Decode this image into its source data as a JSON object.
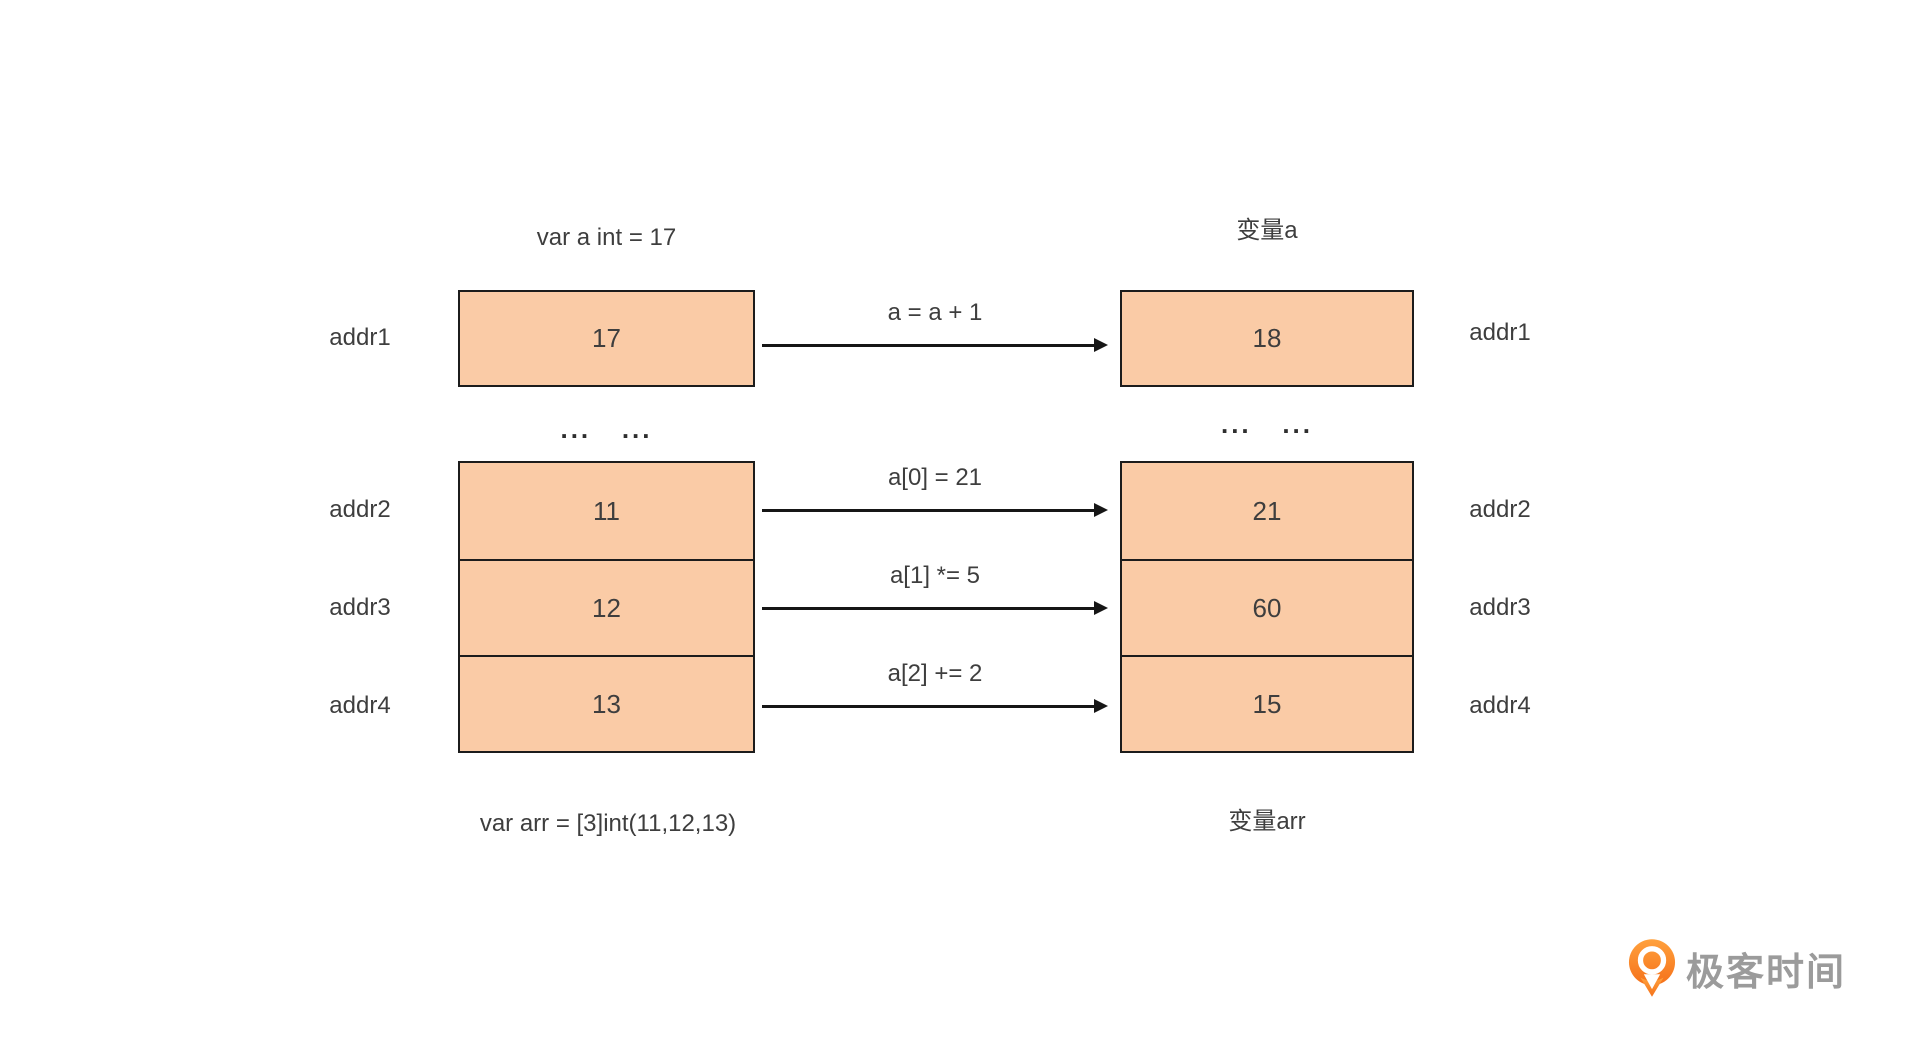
{
  "diagram": {
    "left": {
      "title": "var a int = 17",
      "caption": "var arr = [3]int(11,12,13)",
      "ellipsis": "...   ...",
      "single_cell": {
        "addr": "addr1",
        "value": "17"
      },
      "array_cells": [
        {
          "addr": "addr2",
          "value": "11"
        },
        {
          "addr": "addr3",
          "value": "12"
        },
        {
          "addr": "addr4",
          "value": "13"
        }
      ]
    },
    "right": {
      "title": "变量a",
      "caption": "变量arr",
      "ellipsis": "...   ...",
      "single_cell": {
        "addr": "addr1",
        "value": "18"
      },
      "array_cells": [
        {
          "addr": "addr2",
          "value": "21"
        },
        {
          "addr": "addr3",
          "value": "60"
        },
        {
          "addr": "addr4",
          "value": "15"
        }
      ]
    },
    "operations": [
      {
        "label": "a = a + 1"
      },
      {
        "label": "a[0] = 21"
      },
      {
        "label": "a[1] *= 5"
      },
      {
        "label": "a[2] += 2"
      }
    ]
  },
  "colors": {
    "cellFill": "#FACBA6",
    "cellBorder": "#1C1C1C",
    "lineColor": "#161616",
    "textColor": "#3E3E3E",
    "brandOrange": "#F5711A",
    "brandOrangeLight": "#FFA13D",
    "brandText": "#9B9B9B"
  },
  "footer": {
    "brand_name": "极客时间"
  }
}
